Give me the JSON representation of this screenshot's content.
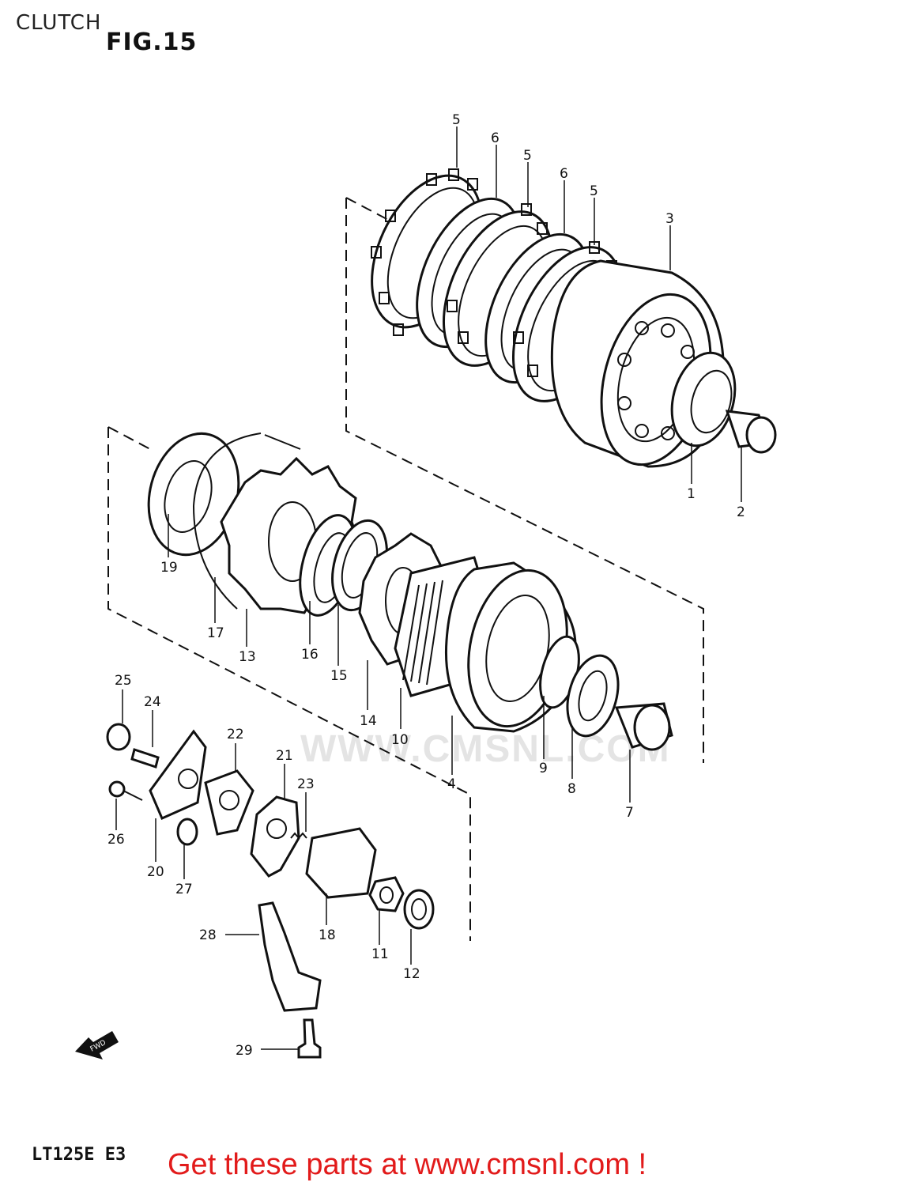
{
  "header": {
    "title": "CLUTCH",
    "figure": "FIG.15"
  },
  "footer": {
    "model": "LT125E E3",
    "call_to_action": "Get these parts at www.cmsnl.com !"
  },
  "watermark": "WWW.CMSNL.COM",
  "colors": {
    "cta": "#e21b1b",
    "lines": "#111111",
    "watermark": "#e4e4e4"
  },
  "callouts": {
    "c1": "1",
    "c2": "2",
    "c3": "3",
    "c4": "4",
    "c5a": "5",
    "c5b": "5",
    "c5c": "5",
    "c6a": "6",
    "c6b": "6",
    "c7": "7",
    "c8": "8",
    "c9": "9",
    "c10": "10",
    "c11": "11",
    "c12": "12",
    "c13": "13",
    "c14": "14",
    "c15": "15",
    "c16": "16",
    "c17": "17",
    "c18": "18",
    "c19": "19",
    "c20": "20",
    "c21": "21",
    "c22": "22",
    "c23": "23",
    "c24": "24",
    "c25": "25",
    "c26": "26",
    "c27": "27",
    "c28": "28",
    "c29": "29"
  },
  "fwd_arrow_label": "FWD"
}
